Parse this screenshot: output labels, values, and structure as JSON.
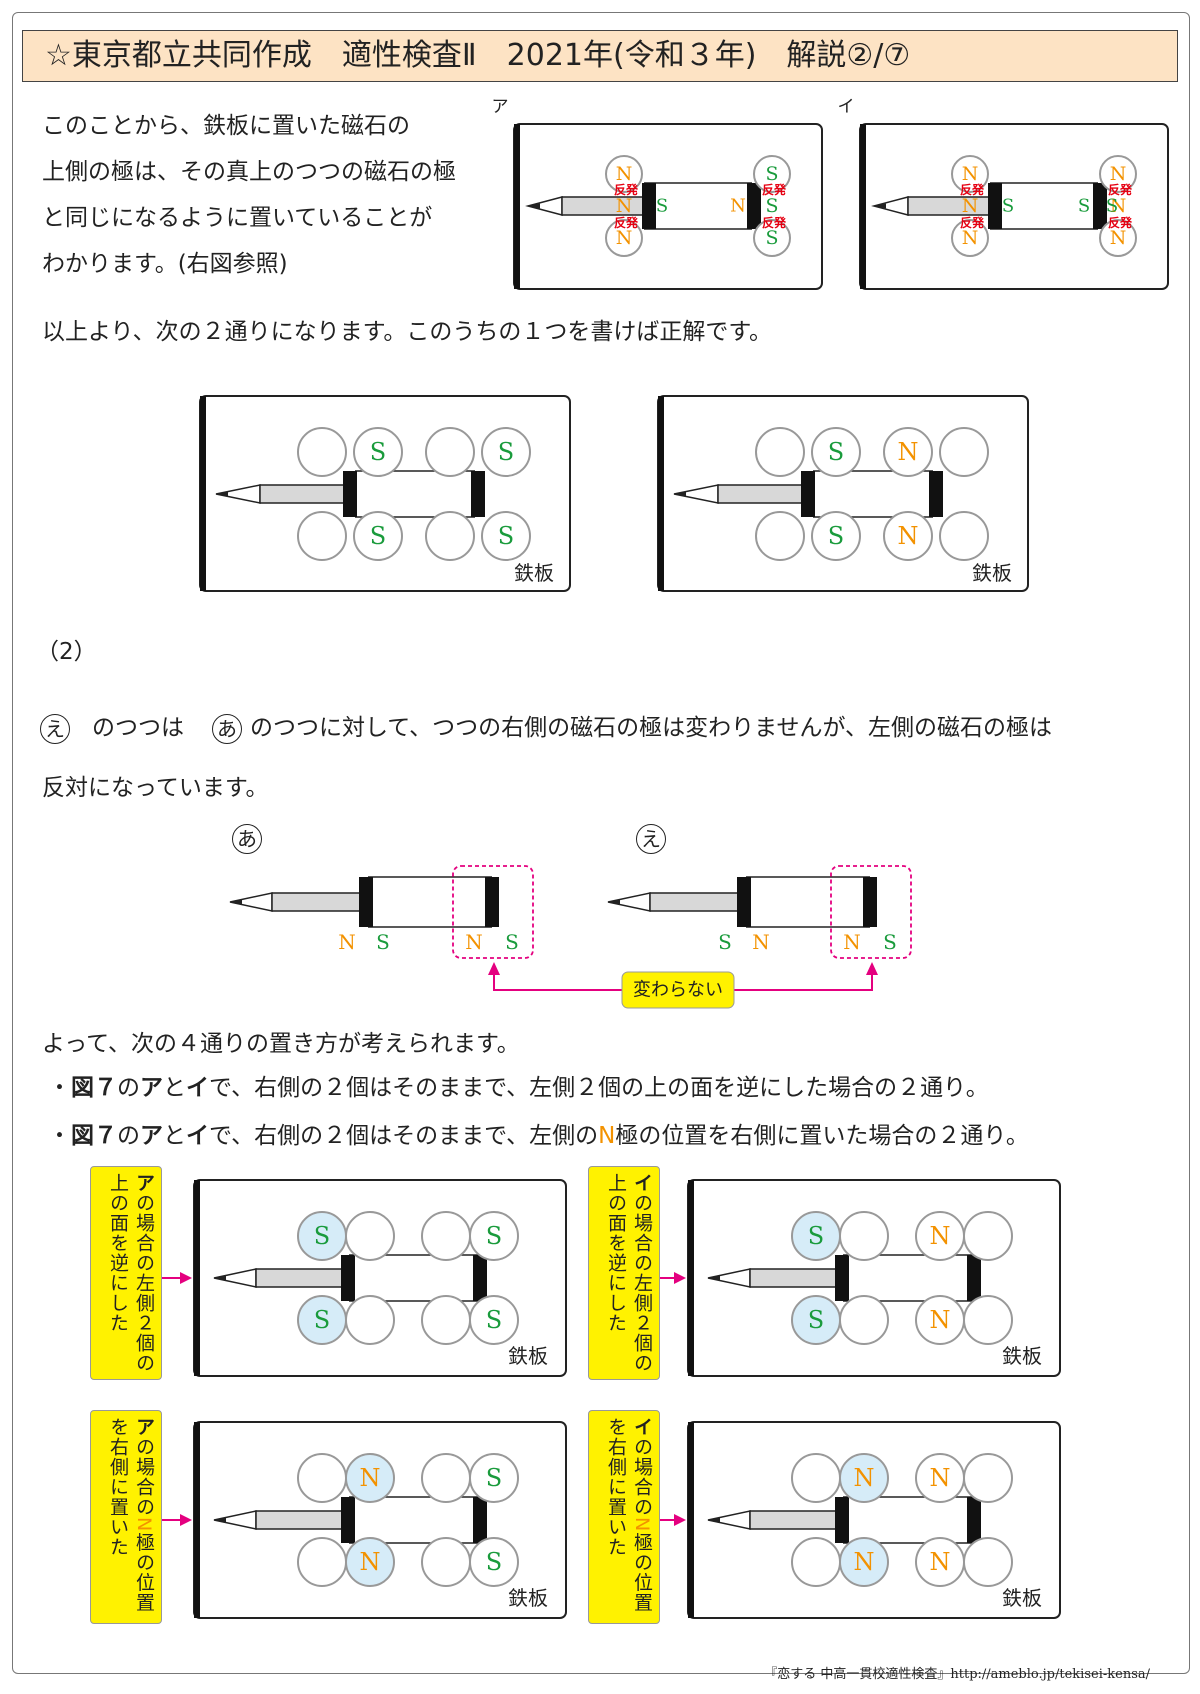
{
  "header": {
    "title": "☆東京都立共同作成　適性検査Ⅱ　2021年(令和３年)　解説②/⑦"
  },
  "intro": {
    "line1": "このことから、鉄板に置いた磁石の",
    "line2": "上側の極は、その真上のつつの磁石の極",
    "line3": "と同じになるように置いていることが",
    "line4": "わかります。(右図参照)",
    "summary": "以上より、次の２通りになります。このうちの１つを書けば正解です。"
  },
  "figure_labels": {
    "a": "ア",
    "i": "イ"
  },
  "poles": {
    "n": "N",
    "s": "S",
    "repel": "反発"
  },
  "plate_label": "鉄板",
  "section2": {
    "number": "（2）",
    "line1_e": "え",
    "line1_a": "あ",
    "line1_part1": "のつつは",
    "line1_part2": "のつつに対して、つつの右側の磁石の極は変わりませんが、左側の磁石の極は",
    "line2": "反対になっています。",
    "label_a": "あ",
    "label_e": "え",
    "unchanged": "変わらない"
  },
  "conclusion": {
    "intro": "よって、次の４通りの置き方が考えられます。",
    "bullet1": {
      "dot": "・",
      "fig": "図７",
      "p1": "の",
      "a": "ア",
      "p2": "と",
      "i": "イ",
      "rest": "で、右側の２個はそのままで、左側２個の上の面を逆にした場合の２通り。"
    },
    "bullet2": {
      "dot": "・",
      "fig": "図７",
      "p1": "の",
      "a": "ア",
      "p2": "と",
      "i": "イ",
      "rest_pre": "で、右側の２個はそのままで、左側の",
      "n": "N",
      "rest_post": "極の位置を右側に置いた場合の２通り。"
    }
  },
  "case_labels": {
    "c1": {
      "head": "ア",
      "body": "の場合の左側２個の上の面を逆にした"
    },
    "c2": {
      "head": "イ",
      "body": "の場合の左側２個の上の面を逆にした"
    },
    "c3": {
      "head": "ア",
      "pre": "の場合の",
      "n": "N",
      "post": "極の位置を右側に置いた"
    },
    "c4": {
      "head": "イ",
      "pre": "の場合の",
      "n": "N",
      "post": "極の位置を右側に置いた"
    }
  },
  "footer": {
    "text": "『恋する 中高一貫校適性検査』http://ameblo.jp/tekisei-kensa/"
  },
  "colors": {
    "n_pole": "#f39200",
    "s_pole": "#1a9b3c",
    "repel": "#e60012",
    "magenta": "#e4007f",
    "yellow": "#fff200",
    "highlight": "#d6ecf8",
    "title_bg": "#fde3c4"
  }
}
